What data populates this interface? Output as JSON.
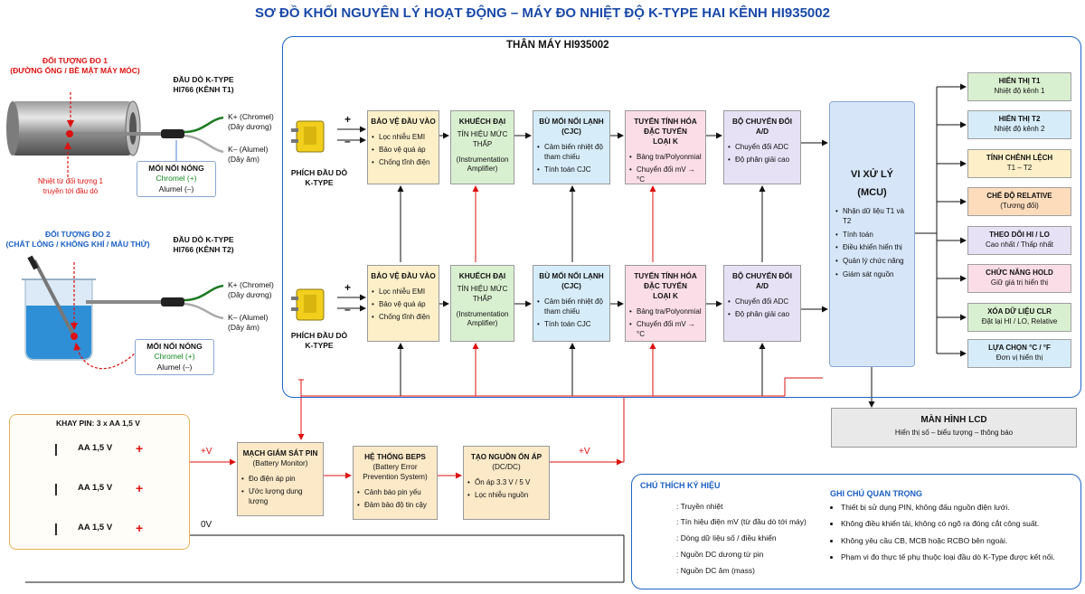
{
  "title": "SƠ ĐỒ KHỐI NGUYÊN LÝ HOẠT ĐỘNG – MÁY ĐO NHIỆT ĐỘ K-TYPE HAI KÊNH HI935002",
  "body_title": "THÂN MÁY HI935002",
  "objects": {
    "obj1_title": "ĐỐI TƯỢNG ĐO 1",
    "obj1_sub": "(ĐƯỜNG ỐNG / BỀ MẶT MÁY MÓC)",
    "obj1_note": "Nhiệt từ đối tượng 1 truyền tới đầu dò",
    "obj2_title": "ĐỐI TƯỢNG ĐO 2",
    "obj2_sub": "(CHẤT LỎNG / KHÔNG KHÍ / MẪU THỬ)"
  },
  "probes": [
    {
      "title": "ĐẦU DÒ K-TYPE",
      "model": "HI766 (KÊNH T1)"
    },
    {
      "title": "ĐẦU DÒ K-TYPE",
      "model": "HI766 (KÊNH T2)"
    }
  ],
  "wire": {
    "kplus": "K+ (Chromel)",
    "kplus_sub": "(Dây dương)",
    "kminus": "K– (Alumel)",
    "kminus_sub": "(Dây âm)",
    "junction_title": "MỐI NỐI NÓNG",
    "junction_pos": "Chromel (+)",
    "junction_neg": "Alumel (–)"
  },
  "plug": {
    "line1": "PHÍCH ĐẦU DÒ",
    "line2": "K-TYPE",
    "plus": "+",
    "minus": "–"
  },
  "chain": [
    {
      "title": "BẢO VỆ ĐẦU VÀO",
      "items": [
        "Lọc nhiễu EMI",
        "Bảo vệ quá áp",
        "Chống tĩnh điện"
      ]
    },
    {
      "title": "KHUẾCH ĐẠI",
      "desc": [
        "TÍN HIỆU MỨC THẤP",
        "(Instrumentation",
        "Amplifier)"
      ]
    },
    {
      "title": "BÙ MỐI NỐI LẠNH",
      "sub": "(CJC)",
      "items": [
        "Cảm biến nhiệt độ tham chiếu",
        "Tính toán CJC"
      ]
    },
    {
      "title": "TUYẾN TÍNH HÓA",
      "sub": "ĐẶC TUYẾN",
      "sub2": "LOẠI K",
      "items": [
        "Bảng tra/Polyonmial",
        "Chuyển đổi mV → °C"
      ]
    },
    {
      "title": "BỘ CHUYỂN ĐỔI",
      "sub": "A/D",
      "items": [
        "Chuyển đổi ADC",
        "Độ phân giải cao"
      ]
    }
  ],
  "mcu": {
    "title": "VI XỬ LÝ",
    "sub": "(MCU)",
    "items": [
      "Nhận dữ liệu T1 và T2",
      "Tính toán",
      "Điều khiển hiển thị",
      "Quản lý chức năng",
      "Giám sát nguồn"
    ]
  },
  "outputs": [
    {
      "title": "HIỂN THỊ T1",
      "sub": "Nhiệt độ kênh 1",
      "color": "#d9f0d0"
    },
    {
      "title": "HIỂN THỊ T2",
      "sub": "Nhiệt độ kênh 2",
      "color": "#d6ecf8"
    },
    {
      "title": "TÍNH CHÊNH LỆCH",
      "sub": "T1 – T2",
      "color": "#fdf0c9"
    },
    {
      "title": "CHẾ ĐỘ RELATIVE",
      "sub": "(Tương đối)",
      "color": "#fddcbc"
    },
    {
      "title": "THEO DÕI HI / LO",
      "sub": "Cao nhất / Thấp nhất",
      "color": "#e7e1f6"
    },
    {
      "title": "CHỨC NĂNG HOLD",
      "sub": "Giữ giá trị hiển thị",
      "color": "#fbdde7"
    },
    {
      "title": "XÓA DỮ LIỆU CLR",
      "sub": "Đặt lại HI / LO, Relative",
      "color": "#d9f0d0"
    },
    {
      "title": "LỰA CHỌN °C / °F",
      "sub": "Đơn vị hiển thị",
      "color": "#d6ecf8"
    }
  ],
  "lcd": {
    "title": "MÀN HÌNH LCD",
    "sub": "Hiển thị số – biểu tượng – thông báo"
  },
  "tray": {
    "title": "KHAY PIN: 3 x AA 1,5 V",
    "cell": "AA 1,5 V",
    "plus": "+V",
    "zero": "0V"
  },
  "power": [
    {
      "title": "MẠCH GIÁM SÁT PIN",
      "sub": "(Battery Monitor)",
      "items": [
        "Đo điện áp pin",
        "Ước lượng dung lượng"
      ]
    },
    {
      "title": "HỆ THỐNG BEPS",
      "sub": "(Battery Error Prevention System)",
      "items": [
        "Cảnh báo pin yếu",
        "Đảm bảo độ tin cậy"
      ]
    },
    {
      "title": "TẠO NGUỒN ỔN ÁP",
      "sub": "(DC/DC)",
      "items": [
        "Ổn áp 3.3 V / 5 V",
        "Lọc nhiễu nguồn"
      ]
    }
  ],
  "supply_label": "+V",
  "legend": {
    "title": "CHÚ THÍCH KÝ HIỆU",
    "items": [
      {
        "text": ": Truyền nhiệt",
        "color": "#dd1111"
      },
      {
        "text": ": Tín hiệu điện mV (từ đầu dò tới máy)",
        "color": "#1e9a2e"
      },
      {
        "text": ": Dòng dữ liệu số / điều khiển",
        "color": "#111111"
      },
      {
        "text": ": Nguồn DC dương từ pin",
        "color": "#dd1111"
      },
      {
        "text": ": Nguồn DC âm (mass)",
        "color": "#111111"
      }
    ],
    "notes_title": "GHI CHÚ QUAN TRỌNG",
    "notes": [
      "Thiết bị sử dụng PIN, không đấu nguồn điện lưới.",
      "Không điều khiển tải, không có ngõ ra đóng cắt công suất.",
      "Không yêu cầu CB, MCB hoặc RCBO bên ngoài.",
      "Phạm vi đo thực tế phụ thuộc loại đầu dò K-Type được kết nối."
    ]
  }
}
